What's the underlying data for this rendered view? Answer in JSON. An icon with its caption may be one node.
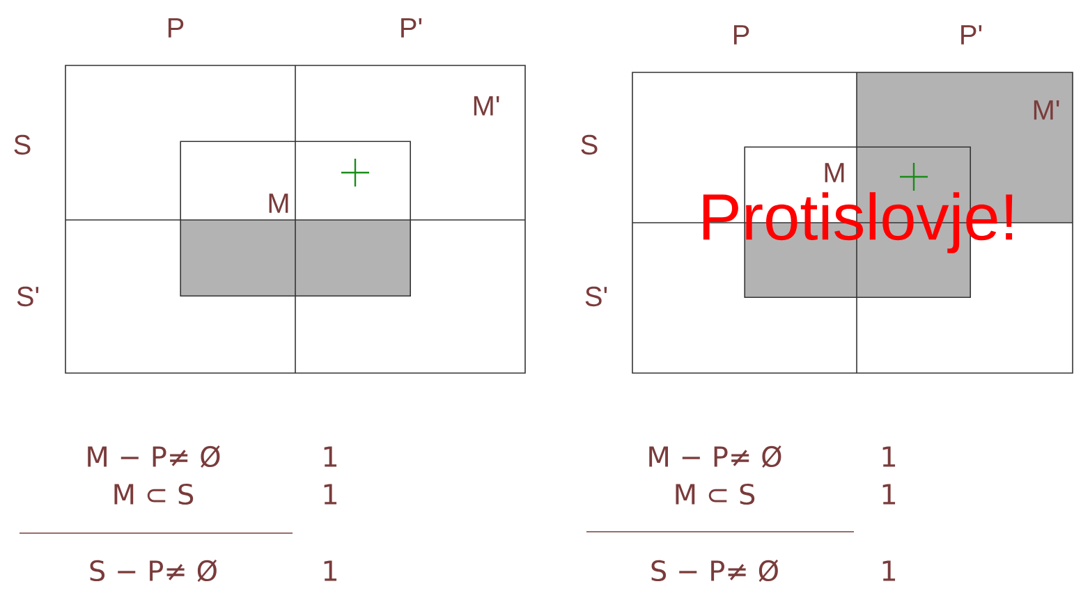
{
  "diagram": {
    "nodes": [
      {
        "text": [
          "M'"
        ]
      },
      {
        "text": [
          "M"
        ],
        "in": 0
      },
      {
        "text": [
          "M'"
        ]
      },
      {
        "text": [
          "M"
        ],
        "in": 2
      }
    ],
    "labels": [
      "P",
      "P'",
      "S",
      "S'",
      "P",
      "P'",
      "S",
      "S'",
      "Protislovje!",
      "M − P≠ Ø",
      "1",
      "M ⊂ S",
      "1",
      "S − P≠ Ø",
      "1",
      "M − P≠ Ø",
      "1",
      "M ⊂ S",
      "1",
      "S − P≠ Ø",
      "1"
    ]
  }
}
